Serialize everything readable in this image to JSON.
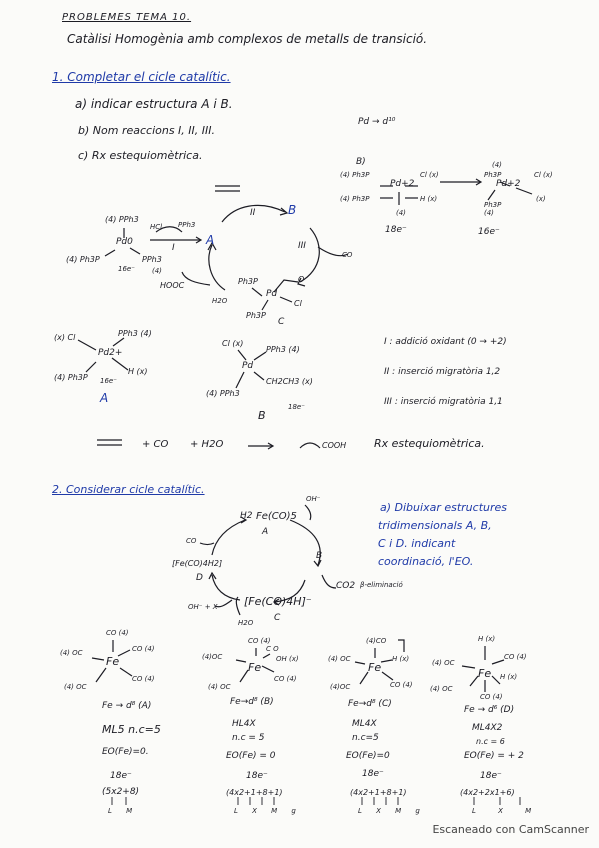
{
  "header": {
    "title": "PROBLEMES TEMA 10.",
    "subtitle": "Catàlisi Homogènia amb complexos de metalls de transició."
  },
  "problem1": {
    "heading": "1. Completar el cicle catalític.",
    "items": [
      "a) indicar estructura A i B.",
      "b) Nom reaccions I, II, III.",
      "c) Rx estequiomètrica."
    ],
    "pd_config": "Pd → d¹⁰",
    "b_label": "B)",
    "b_left": {
      "center": "Pd+2",
      "lig_tl": "(4) Ph3P",
      "lig_tr": "Cl (x)",
      "lig_bl": "(4) Ph3P",
      "lig_br": "H (x)",
      "lig_b": "(4)",
      "electrons": "18e⁻"
    },
    "b_right": {
      "center": "Pd+2",
      "lig_tl": "Ph3P",
      "lig_t": "(4)",
      "lig_tr": "Cl (x)",
      "lig_bl": "Ph3P",
      "lig_bl_count": "(4)",
      "lig_br": "(x)",
      "electrons": "16e⁻"
    },
    "start_complex": {
      "center": "Pd0",
      "lig_t": "(4) PPh3",
      "lig_l": "(4) Ph3P",
      "lig_r": "PPh3",
      "lig_r_count": "(4)",
      "electrons": "16e⁻"
    },
    "hcl_label": "HCl",
    "pph3_label": "PPh3",
    "arrow_I": "I",
    "arrow_II": "II",
    "arrow_III": "III",
    "label_A": "A",
    "label_B": "B",
    "label_C": "C",
    "co_label": "CO",
    "hooc_label": "HOOC",
    "h2o_label": "H2O",
    "c_complex": {
      "lig_tl": "Ph3P",
      "center": "Pd",
      "lig_o": "O",
      "lig_r": "Cl",
      "lig_bl": "Ph3P"
    },
    "complex_A": {
      "lig_cl": "(x) Cl",
      "lig_pph3": "PPh3 (4)",
      "center": "Pd2+",
      "lig_h": "H (x)",
      "lig_ph3p": "(4) Ph3P",
      "electrons": "16e⁻",
      "label": "A"
    },
    "complex_B": {
      "lig_cl": "Cl (x)",
      "lig_pph3": "PPh3 (4)",
      "center": "Pd",
      "lig_ethyl": "CH2CH3 (x)",
      "lig_pph3b": "(4) PPh3",
      "electrons": "18e⁻",
      "label": "B"
    },
    "reactions": [
      "I : addició oxidant (0 → +2)",
      "II : inserció migratòria 1,2",
      "III : inserció migratòria 1,1"
    ],
    "stoich": {
      "reactant1": "=",
      "plus1": "+ CO",
      "plus2": "+ H2O",
      "arrow": "⟶",
      "product": "COOH",
      "label": "Rx estequiomètrica."
    }
  },
  "problem2": {
    "heading": "2. Considerar cicle catalític.",
    "instructions": [
      "a) Dibuixar estructures",
      "tridimensionals A, B,",
      "C i D. indicant",
      "coordinació, l'EO."
    ],
    "cycle": {
      "A_formula": "Fe(CO)5",
      "A_label": "A",
      "h2_label": "H2",
      "oh_label": "OH⁻",
      "B_label": "B",
      "co2_label": "CO2",
      "beta": "β-eliminació",
      "C_formula": "[Fe(CO)4H]⁻",
      "C_label": "C",
      "h2o_label": "H2O",
      "ohx_label": "OH⁻ + X",
      "D_formula": "[Fe(CO)4H2]",
      "D_label": "D",
      "co_label": "CO"
    },
    "structures": [
      {
        "id": "A",
        "ligands": [
          "CO (4)",
          "(4) OC",
          "Fe",
          "CO (4)",
          "(4) OC",
          "CO (4)"
        ],
        "config": "Fe → d⁸ (A)",
        "formula": "ML5  n.c=5",
        "eo": "EO(Fe)=0.",
        "electrons": "18e⁻",
        "count": "(5x2+8)",
        "count_sub": "L   M"
      },
      {
        "id": "B",
        "ligands": [
          "CO (4)",
          "(4)OC",
          "Fe",
          "C O",
          "OH (x)",
          "(4) OC",
          "CO (4)"
        ],
        "config": "Fe→d⁸ (B)",
        "formula": "HL4X",
        "nc": "n.c = 5",
        "eo": "EO(Fe) = 0",
        "electrons": "18e⁻",
        "count": "(4x2+1+8+1)",
        "count_sub": "L X M g"
      },
      {
        "id": "C",
        "ligands": [
          "(4)CO",
          "(4) OC",
          "Fe",
          "H (x)",
          "(4)OC",
          "CO (4)"
        ],
        "config": "Fe→d⁸ (C)",
        "formula": "ML4X",
        "nc": "n.c=5",
        "eo": "EO(Fe)=0",
        "electrons": "18e⁻",
        "count": "(4x2+1+8+1)",
        "count_sub": "L X M g"
      },
      {
        "id": "D",
        "ligands": [
          "H (x)",
          "(4) OC",
          "Fe",
          "CO (4)",
          "H (x)",
          "(4) OC",
          "CO (4)"
        ],
        "config": "Fe → d⁶ (D)",
        "formula": "ML4X2",
        "nc": "n.c = 6",
        "eo": "EO(Fe) = + 2",
        "electrons": "18e⁻",
        "count": "(4x2+2x1+6)",
        "count_sub": "L X M"
      }
    ]
  },
  "watermark": "Escaneado con CamScanner"
}
